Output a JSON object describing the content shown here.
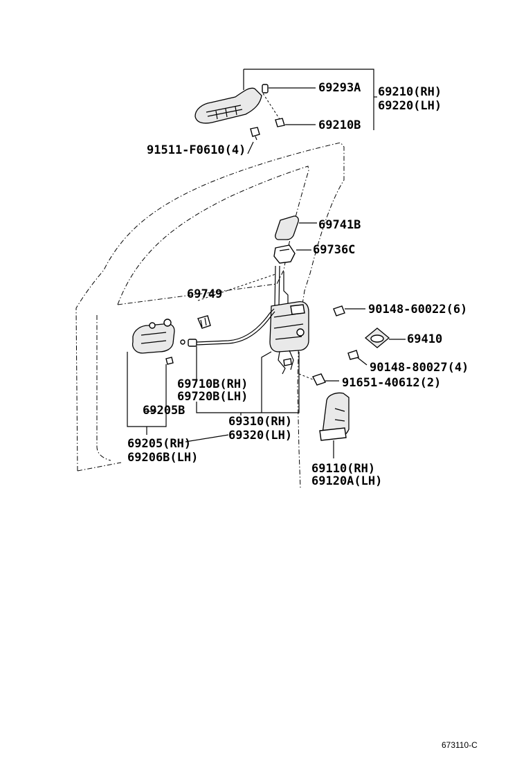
{
  "labels": {
    "p69293A": "69293A",
    "p69210RH": "69210(RH)",
    "p69220LH": "69220(LH)",
    "p69210B": "69210B",
    "p91511": "91511-F0610(4)",
    "p69741B": "69741B",
    "p69736C": "69736C",
    "p69749": "69749",
    "p90148_60022": "90148-60022(6)",
    "p69410": "69410",
    "p90148_80027": "90148-80027(4)",
    "p91651": "91651-40612(2)",
    "p69710B": "69710B(RH)",
    "p69720B": "69720B(LH)",
    "p69205B": "69205B",
    "p69310": "69310(RH)",
    "p69320": "69320(LH)",
    "p69205": "69205(RH)",
    "p69206B": "69206B(LH)",
    "p69110": "69110(RH)",
    "p69120A": "69120A(LH)"
  },
  "reference": "673110-C"
}
